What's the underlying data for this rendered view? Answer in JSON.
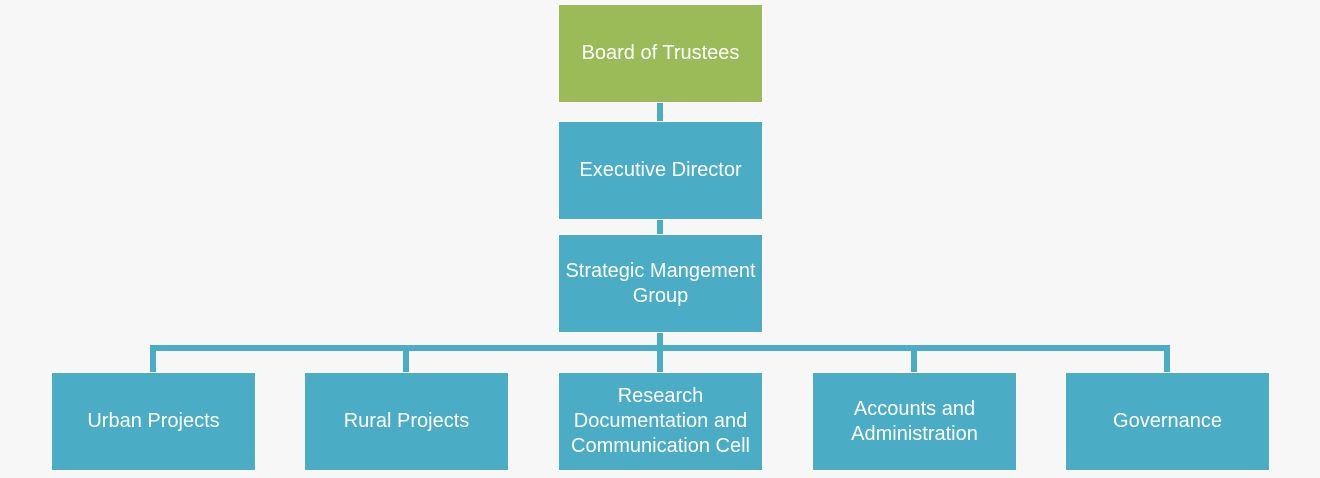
{
  "colors": {
    "top_box": "#9bbb59",
    "box": "#4bacc6",
    "connector": "#4bacc6",
    "background": "#f7f7f7",
    "text": "#ffffff"
  },
  "org_chart": {
    "board": "Board of Trustees",
    "executive_director": "Executive Director",
    "strategic_group": "Strategic Mangement Group",
    "departments": [
      "Urban Projects",
      "Rural Projects",
      "Research Documentation and Communication Cell",
      "Accounts and Administration",
      "Governance"
    ]
  }
}
